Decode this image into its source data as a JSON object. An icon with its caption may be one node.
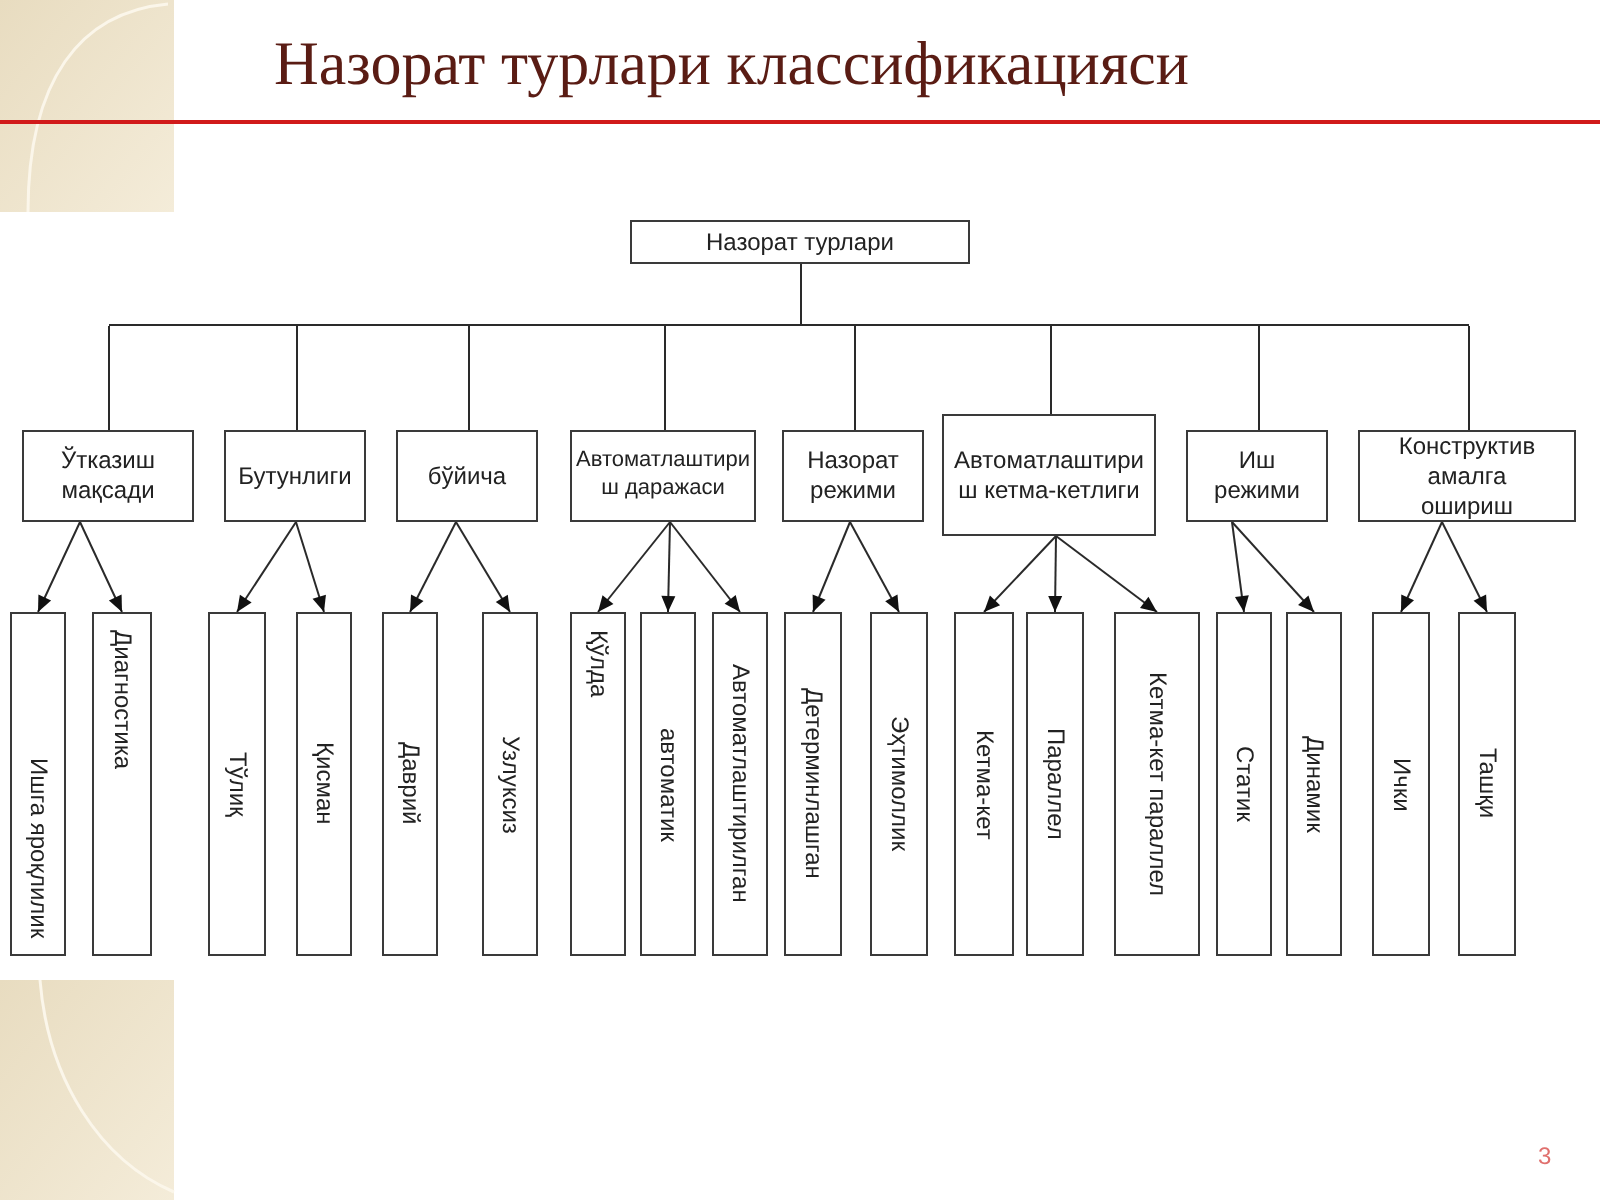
{
  "diagram": {
    "title": "Назорат турлари классификацияси",
    "nodes": [
      {
        "text": [
          "Назорат турлари"
        ]
      },
      {
        "text": [
          "Ўтказиш мақсади"
        ]
      },
      {
        "text": [
          "Бутунлиги"
        ]
      },
      {
        "text": [
          "бўйича"
        ]
      },
      {
        "text": [
          "Автоматлаштири ш даражаси"
        ]
      },
      {
        "text": [
          "Назорат режими"
        ]
      },
      {
        "text": [
          "Автоматлаштири ш кетма-кетлиги"
        ]
      },
      {
        "text": [
          "Иш режими"
        ]
      },
      {
        "text": [
          "Конструктив амалга ошириш"
        ]
      },
      {
        "text": [
          "Ишга яроқлилик"
        ]
      },
      {
        "text": [
          "Диагностика"
        ]
      },
      {
        "text": [
          "Тўлиқ"
        ]
      },
      {
        "text": [
          "Қисман"
        ]
      },
      {
        "text": [
          "Даврий"
        ]
      },
      {
        "text": [
          "Узлуксиз"
        ]
      },
      {
        "text": [
          "Қўлда"
        ]
      },
      {
        "text": [
          "автоматик"
        ]
      },
      {
        "text": [
          "Автоматлаштирилган"
        ]
      },
      {
        "text": [
          "Детерминлашган"
        ]
      },
      {
        "text": [
          "Эҳтимоллик"
        ]
      },
      {
        "text": [
          "Кетма-кет"
        ]
      },
      {
        "text": [
          "Параллел"
        ]
      },
      {
        "text": [
          "Кетма-кет параллел"
        ]
      },
      {
        "text": [
          "Статик"
        ]
      },
      {
        "text": [
          "Динамик"
        ]
      },
      {
        "text": [
          "Ички"
        ]
      },
      {
        "text": [
          "Ташқи"
        ]
      }
    ],
    "edges": [
      {
        "from": 0,
        "to": 1,
        "arrow": "none"
      },
      {
        "from": 0,
        "to": 2,
        "arrow": "none"
      },
      {
        "from": 0,
        "to": 3,
        "arrow": "none"
      },
      {
        "from": 0,
        "to": 4,
        "arrow": "none"
      },
      {
        "from": 0,
        "to": 5,
        "arrow": "none"
      },
      {
        "from": 0,
        "to": 6,
        "arrow": "none"
      },
      {
        "from": 0,
        "to": 7,
        "arrow": "none"
      },
      {
        "from": 0,
        "to": 8,
        "arrow": "none"
      },
      {
        "from": 1,
        "to": 9,
        "arrow": "to"
      },
      {
        "from": 1,
        "to": 10,
        "arrow": "to"
      },
      {
        "from": 2,
        "to": 11,
        "arrow": "to"
      },
      {
        "from": 2,
        "to": 12,
        "arrow": "to"
      },
      {
        "from": 3,
        "to": 13,
        "arrow": "to"
      },
      {
        "from": 3,
        "to": 14,
        "arrow": "to"
      },
      {
        "from": 4,
        "to": 15,
        "arrow": "to"
      },
      {
        "from": 4,
        "to": 16,
        "arrow": "to"
      },
      {
        "from": 4,
        "to": 17,
        "arrow": "to"
      },
      {
        "from": 5,
        "to": 18,
        "arrow": "to"
      },
      {
        "from": 5,
        "to": 19,
        "arrow": "to"
      },
      {
        "from": 6,
        "to": 20,
        "arrow": "to"
      },
      {
        "from": 6,
        "to": 21,
        "arrow": "to"
      },
      {
        "from": 6,
        "to": 22,
        "arrow": "to"
      },
      {
        "from": 7,
        "to": 23,
        "arrow": "to"
      },
      {
        "from": 7,
        "to": 24,
        "arrow": "to"
      },
      {
        "from": 8,
        "to": 25,
        "arrow": "to"
      },
      {
        "from": 8,
        "to": 26,
        "arrow": "to"
      }
    ],
    "labels": [
      "3"
    ]
  }
}
